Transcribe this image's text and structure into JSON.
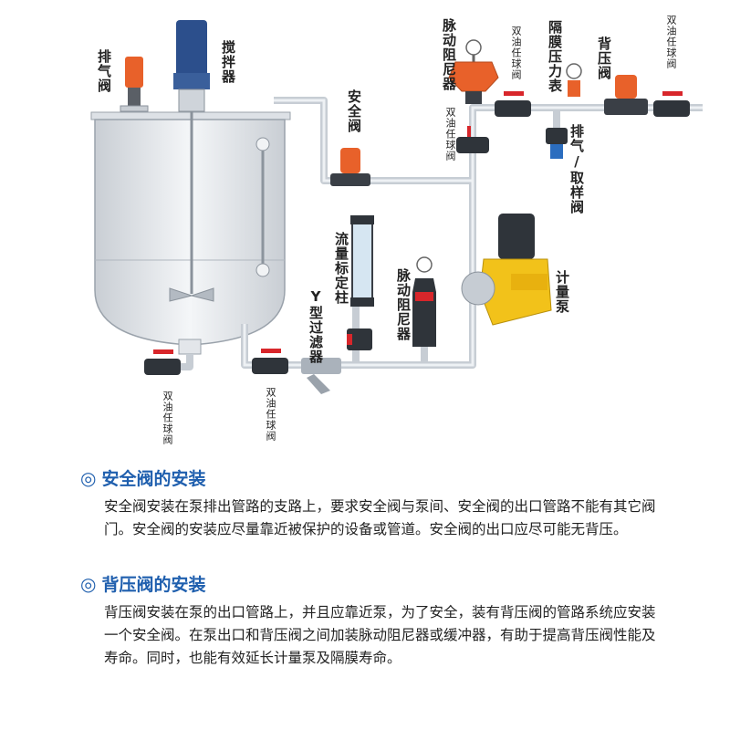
{
  "labels": {
    "vent_valve_tank": "排气阀",
    "agitator": "搅拌器",
    "safety_valve": "安全阀",
    "pulse_damper_top": "脉动阻尼器",
    "ball_valve_top_mid": "双油任球阀",
    "ball_valve_top_left": "双油任球阀",
    "diaphragm_gauge": "隔膜压力表",
    "back_pressure_valve": "背压阀",
    "ball_valve_top_right": "双油任球阀",
    "vent_sampling_valve": "排气/取样阀",
    "flow_column": "流量标定柱",
    "pulse_damper_bottom": "脉动阻尼器",
    "metering_pump": "计量泵",
    "y_filter": "Y型过滤器",
    "ball_valve_bottom_left": "双油任球阀",
    "ball_valve_bottom_mid": "双油任球阀"
  },
  "sections": [
    {
      "title": "安全阀的安装",
      "body": "安全阀安装在泵排出管路的支路上，要求安全阀与泵间、安全阀的出口管路不能有其它阀门。安全阀的安装应尽量靠近被保护的设备或管道。安全阀的出口应尽可能无背压。"
    },
    {
      "title": "背压阀的安装",
      "body": "背压阀安装在泵的出口管路上，并且应靠近泵，为了安全，装有背压阀的管路系统应安装一个安全阀。在泵出口和背压阀之间加装脉动阻尼器或缓冲器，有助于提高背压阀性能及寿命。同时，也能有效延长计量泵及隔膜寿命。"
    }
  ],
  "colors": {
    "heading": "#1f5fae",
    "pipe": "#d8dde3",
    "valve_red": "#d8262b",
    "valve_orange": "#e8612a",
    "pump_yellow": "#f2c21a"
  }
}
